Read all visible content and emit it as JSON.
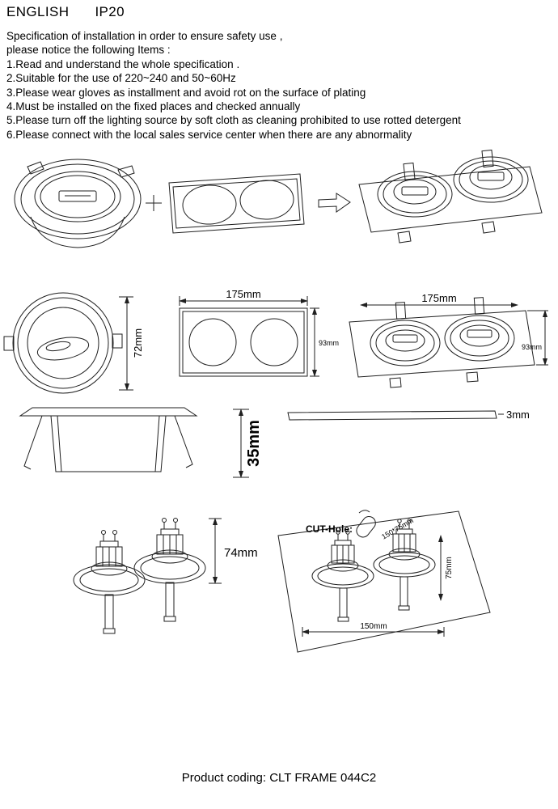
{
  "header": {
    "language": "ENGLISH",
    "ip_rating": "IP20"
  },
  "spec": {
    "intro": [
      "Specification of installation in order to ensure safety use ,",
      "please notice the following Items :"
    ],
    "items": [
      "1.Read and understand the whole specification .",
      "2.Suitable for the use of 220~240 and 50~60Hz",
      "3.Please wear gloves as installment and avoid rot on the surface of plating",
      "4.Must be installed on the fixed places and checked annually",
      "5.Please turn off the lighting source by soft cloth as cleaning prohibited to use rotted detergent",
      "6.Please connect with the local sales service center when there are any abnormality"
    ]
  },
  "dimensions": {
    "front_height": "72mm",
    "plate_width": "175mm",
    "plate_depth": "93mm",
    "assembled_width": "175mm",
    "assembled_depth": "93mm",
    "recess_depth": "35mm",
    "plate_thickness": "3mm",
    "lamp_height": "74mm",
    "cut_hole_label": "CUT-Hole:",
    "cut_hole_size": "150*75mm",
    "cut_hole_depth": "75mm",
    "cut_hole_width": "150mm"
  },
  "footer": {
    "text": "Product coding: CLT FRAME 044C2"
  }
}
